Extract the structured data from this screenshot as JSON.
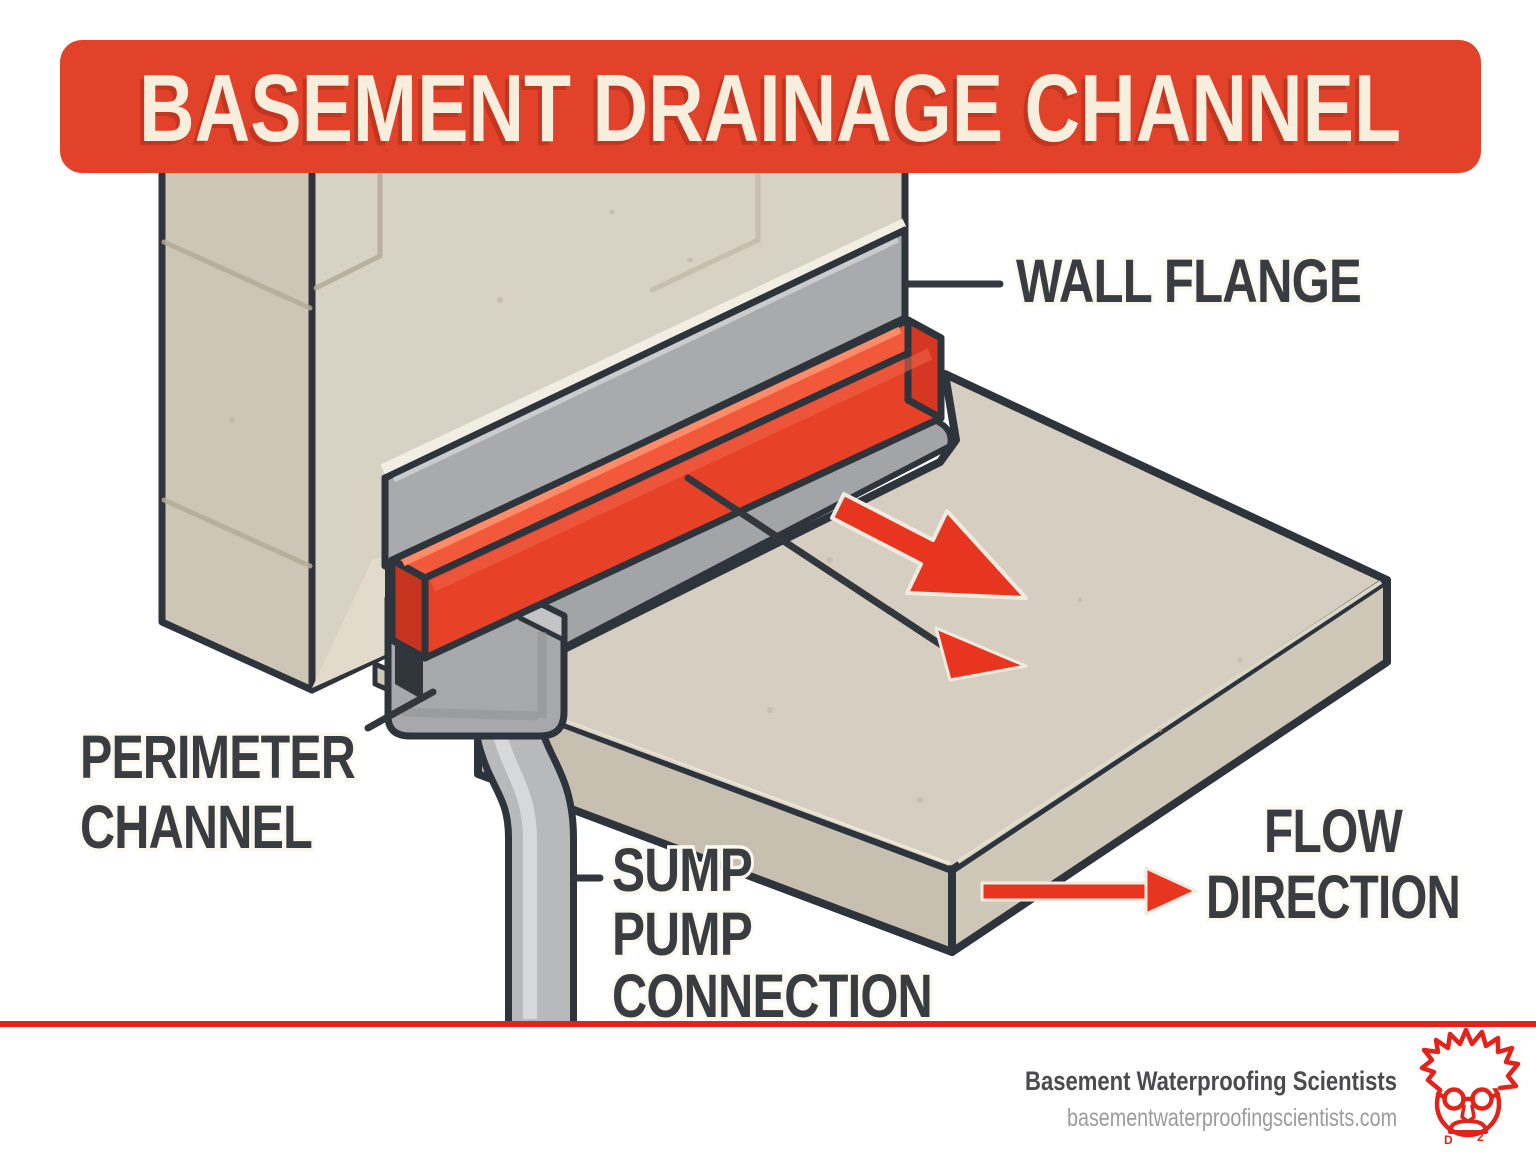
{
  "title": {
    "text": "BASEMENT DRAINAGE CHANNEL"
  },
  "labels": {
    "wall_flange": "WALL FLANGE",
    "perimeter_line1": "PERIMETER",
    "perimeter_line2": "CHANNEL",
    "sump_line1": "SUMP",
    "sump_line2": "PUMP",
    "sump_line3": "CONNECTION",
    "flow_line1": "FLOW",
    "flow_line2": "DIRECTION"
  },
  "footer": {
    "company": "Basement Waterproofing Scientists",
    "website": "basementwaterproofingscientists.com"
  },
  "logo": {
    "mark_left": "D",
    "mark_right": "2"
  },
  "colors": {
    "banner_red": "#e2412a",
    "title_cream": "#f8eedd",
    "accent_red": "#e8351f",
    "channel_red_front": "#e74128",
    "channel_red_top": "#f2593a",
    "outline_dark": "#2e343c",
    "label_dark": "#393d41",
    "wall_beige": "#d8d2c4",
    "slab_beige": "#d6cfc1",
    "flange_gray": "#a8aaad",
    "pipe_gray": "#b7b9bb",
    "divider_red": "#e2231a",
    "footer_company_gray": "#4b4b4d",
    "footer_site_gray": "#9b9b9d"
  }
}
